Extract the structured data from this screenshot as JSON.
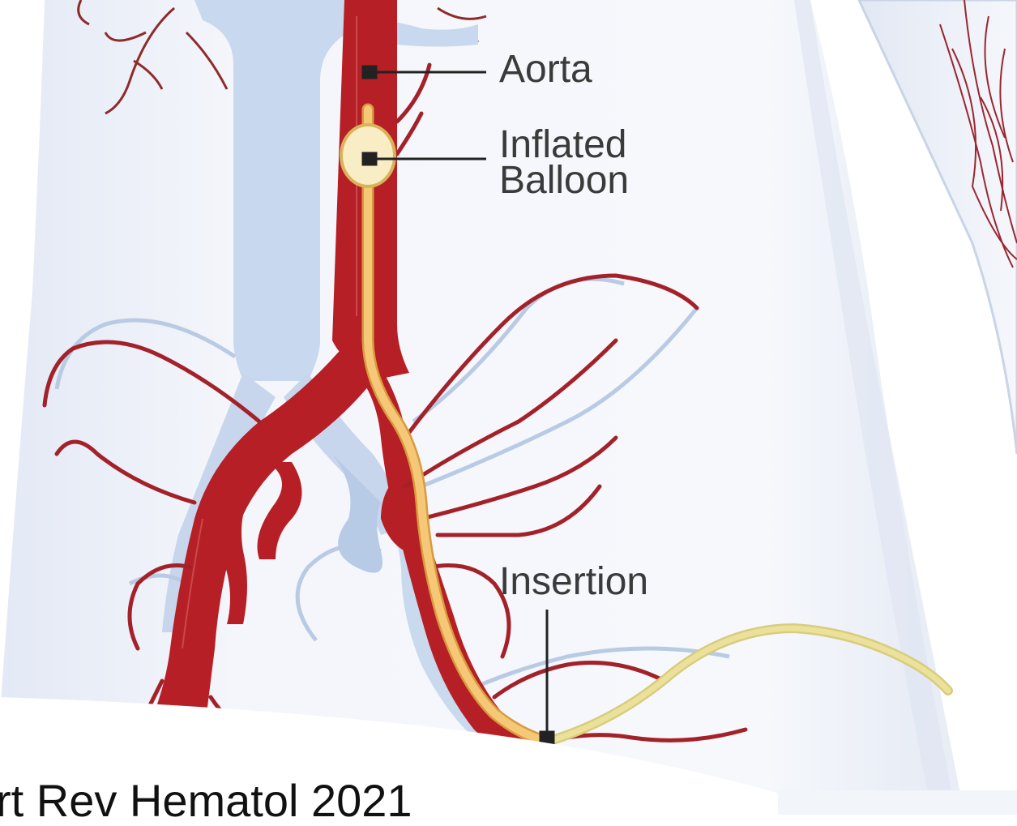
{
  "diagram": {
    "labels": {
      "aorta": "Aorta",
      "balloon_line1": "Inflated",
      "balloon_line2": "Balloon",
      "insertion": "Insertion"
    },
    "citation": "rt Rev Hematol 2021",
    "colors": {
      "artery": "#b61f25",
      "artery_dark": "#8e1218",
      "vein": "#c5d6ec",
      "vein_dark": "#9eb5d6",
      "catheter": "#f5c878",
      "catheter_outline": "#d99a3e",
      "catheter_external": "#e6d98a",
      "balloon": "#f8edc4",
      "body_fill": "#eef2fa",
      "label_text": "#3a3a3a"
    }
  }
}
